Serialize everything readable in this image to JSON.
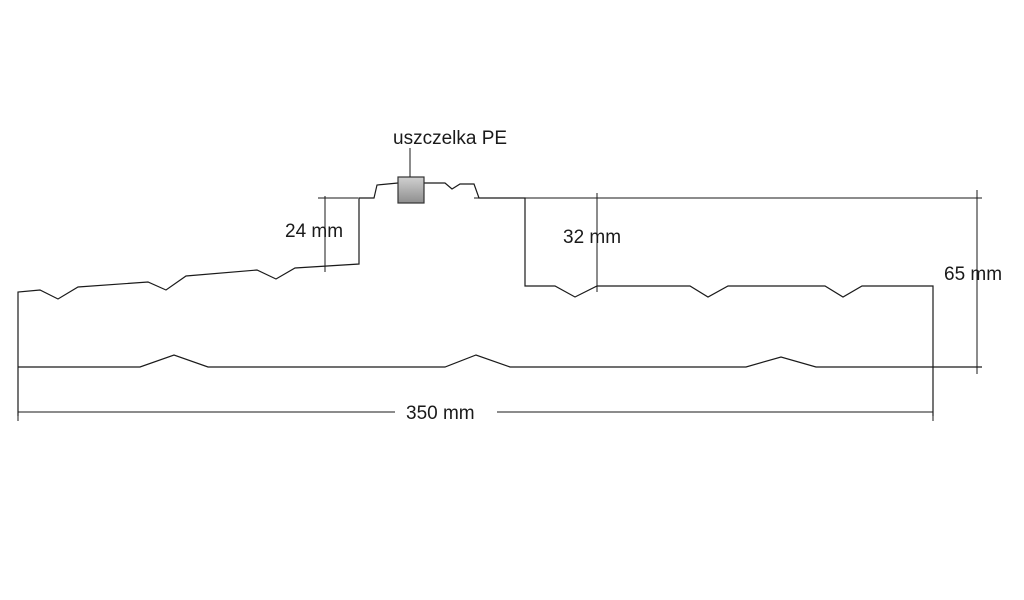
{
  "gasket_label": "uszczelka PE",
  "dimensions": {
    "rib_height_left": "24 mm",
    "rib_height_right": "32 mm",
    "total_height": "65 mm",
    "total_width": "350 mm"
  },
  "colors": {
    "line": "#1a1a1a",
    "gasket_fill": "#b5b5b5"
  }
}
